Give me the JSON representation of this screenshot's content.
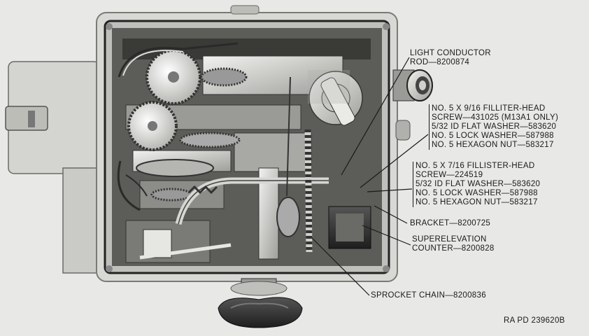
{
  "callouts": {
    "light_conductor_rod": [
      "LIGHT CONDUCTOR",
      "ROD—8200874"
    ],
    "hardware_group_1": [
      "NO. 5 X 9/16 FILLITER-HEAD",
      "SCREW—431025 (M13A1 ONLY)",
      "5/32 ID FLAT WASHER—583620",
      "NO. 5 LOCK WASHER—587988",
      "NO. 5 HEXAGON NUT—583217"
    ],
    "hardware_group_2": [
      "NO. 5 X 7/16 FILLISTER-HEAD",
      "SCREW—224519",
      "5/32 ID FLAT WASHER—583620",
      "NO. 5 LOCK WASHER—587988",
      "NO. 5 HEXAGON NUT—583217"
    ],
    "bracket": [
      "BRACKET—8200725"
    ],
    "superelevation_counter": [
      "SUPERELEVATION",
      "COUNTER—8200828"
    ],
    "sprocket_chain": [
      "SPROCKET CHAIN—8200836"
    ]
  },
  "figure_ref": "RA PD 239620B",
  "colors": {
    "background": "#e8e8e6",
    "housing": "#cfcfcb",
    "ink": "#1a1a1a"
  }
}
